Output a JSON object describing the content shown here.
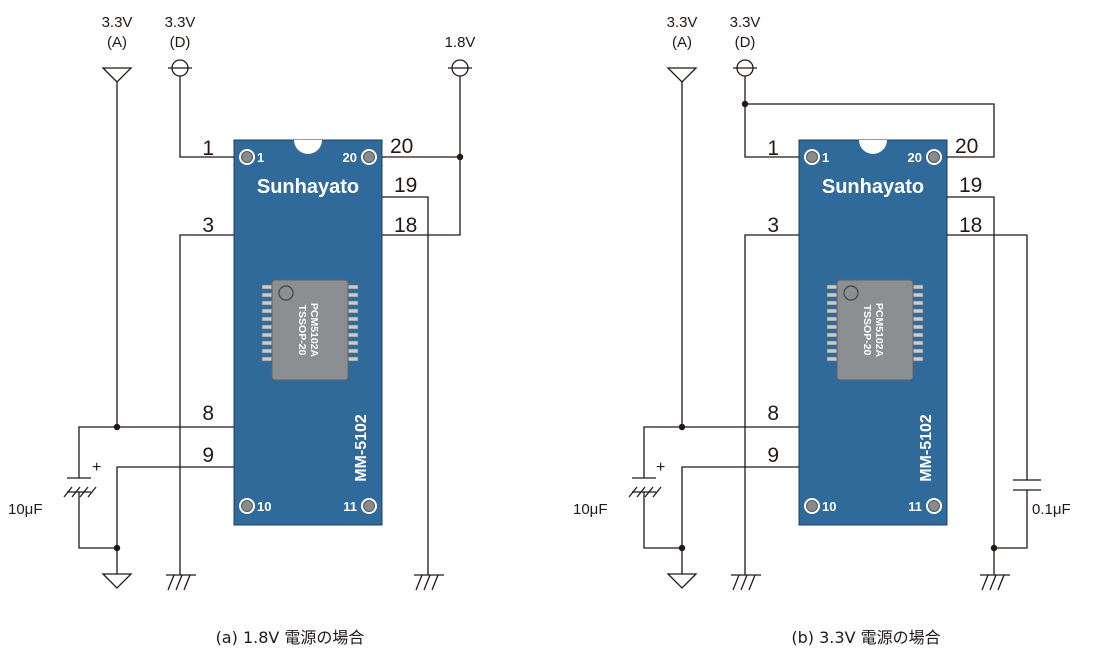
{
  "colors": {
    "board": "#2f6a9a",
    "board_edge": "#1c3f60",
    "chip": "#8c8f92",
    "chip_pin": "#c9ccce",
    "line": "#231815",
    "text": "#231815"
  },
  "board": {
    "brand": "Sunhayato",
    "model": "MM-5102",
    "chip_name": "PCM5102A",
    "chip_package": "TSSOP-20",
    "corner_1": "1",
    "corner_20": "20",
    "corner_10": "10",
    "corner_11": "11"
  },
  "pins": {
    "p1": "1",
    "p3": "3",
    "p8": "8",
    "p9": "9",
    "p18": "18",
    "p19": "19",
    "p20": "20"
  },
  "supplies": {
    "analog_voltage": "3.3V",
    "analog_tag": "(A)",
    "digital_voltage": "3.3V",
    "digital_tag": "(D)",
    "core_voltage": "1.8V"
  },
  "components": {
    "c_bulk": "10μF",
    "c_bypass": "0.1μF",
    "plus": "+"
  },
  "captions": {
    "a": "(a) 1.8V 電源の場合",
    "b": "(b) 3.3V 電源の場合"
  }
}
